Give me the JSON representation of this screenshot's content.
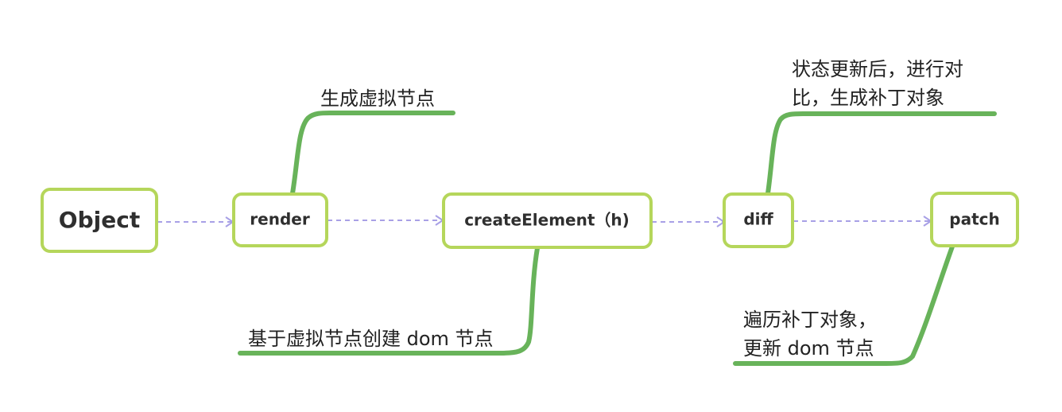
{
  "nodes": {
    "object": "Object",
    "render": "render",
    "create_element": "createElement（h)",
    "diff": "diff",
    "patch": "patch"
  },
  "notes": {
    "render": "生成虚拟节点",
    "create_element": "基于虚拟节点创建 dom 节点",
    "diff_line1": "状态更新后，进行对",
    "diff_line2": "比，生成补丁对象",
    "patch_line1": "遍历补丁对象，",
    "patch_line2": "更新 dom 节点"
  },
  "colors": {
    "node_border": "#b5d65b",
    "arrow": "#a8a0e6",
    "callout": "#68b35a"
  }
}
